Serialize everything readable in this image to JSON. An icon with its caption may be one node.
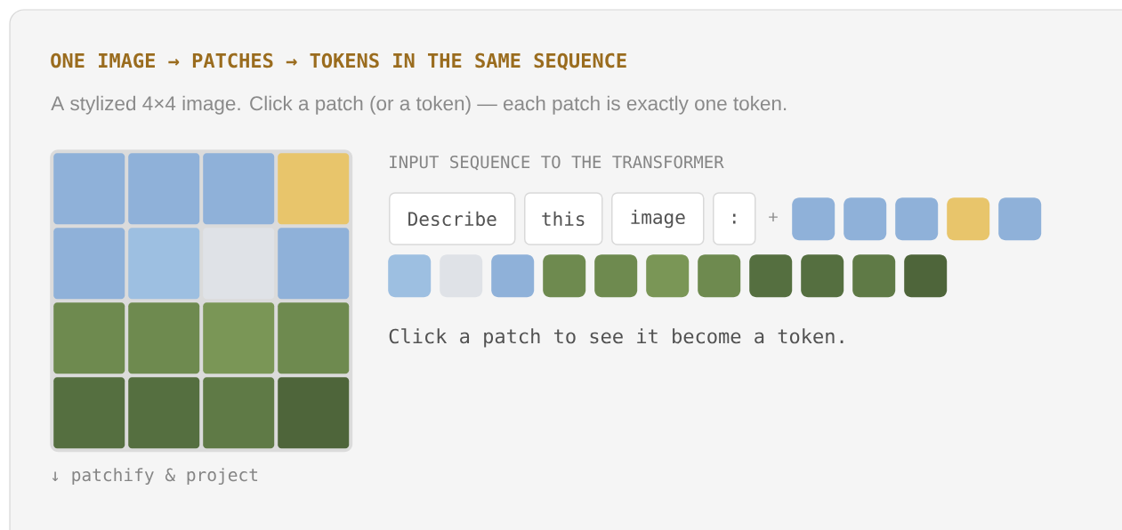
{
  "diagram": {
    "title": "ONE IMAGE → PATCHES → TOKENS IN THE SAME SEQUENCE",
    "nodes": [
      {
        "text": [],
        "shape": "box"
      },
      {
        "text": [],
        "shape": "box",
        "in": 0
      },
      {
        "text": [],
        "shape": "box",
        "in": 0
      },
      {
        "text": [],
        "shape": "box",
        "in": 0
      },
      {
        "text": [],
        "shape": "box",
        "in": 0
      },
      {
        "text": [],
        "shape": "box",
        "in": 0
      },
      {
        "text": [],
        "shape": "box",
        "in": 0
      },
      {
        "text": [],
        "shape": "box",
        "in": 0
      },
      {
        "text": [],
        "shape": "box",
        "in": 0
      },
      {
        "text": [],
        "shape": "box",
        "in": 0
      },
      {
        "text": [],
        "shape": "box",
        "in": 0
      },
      {
        "text": [],
        "shape": "box",
        "in": 0
      },
      {
        "text": [],
        "shape": "box",
        "in": 0
      },
      {
        "text": [],
        "shape": "box",
        "in": 0
      },
      {
        "text": [],
        "shape": "box",
        "in": 0
      },
      {
        "text": [],
        "shape": "box",
        "in": 0
      },
      {
        "text": [],
        "shape": "box",
        "in": 0
      },
      {
        "text": [
          "Describe"
        ]
      },
      {
        "text": [
          "this"
        ]
      },
      {
        "text": [
          "image"
        ]
      },
      {
        "text": [
          ":"
        ]
      },
      {
        "text": [],
        "shape": "box"
      },
      {
        "text": [],
        "shape": "box"
      },
      {
        "text": [],
        "shape": "box"
      },
      {
        "text": [],
        "shape": "box"
      },
      {
        "text": [],
        "shape": "box"
      },
      {
        "text": [],
        "shape": "box"
      },
      {
        "text": [],
        "shape": "box"
      },
      {
        "text": [],
        "shape": "box"
      },
      {
        "text": [],
        "shape": "box"
      },
      {
        "text": [],
        "shape": "box"
      },
      {
        "text": [],
        "shape": "box"
      },
      {
        "text": [],
        "shape": "box"
      },
      {
        "text": [],
        "shape": "box"
      },
      {
        "text": [],
        "shape": "box"
      },
      {
        "text": [],
        "shape": "box"
      },
      {
        "text": [],
        "shape": "box"
      }
    ],
    "labels": [
      "A stylized 4×4 image. Click a patch (or a token) — each patch is exactly one token.",
      "INPUT SEQUENCE TO THE TRANSFORMER",
      "+",
      "Click a patch to see it become a token.",
      "↓ patchify & project"
    ]
  }
}
